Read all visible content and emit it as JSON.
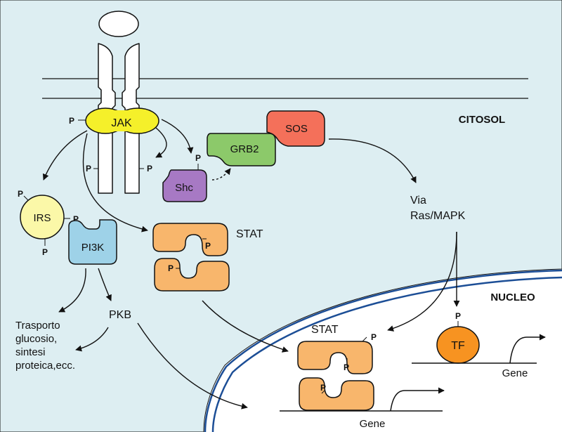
{
  "compartments": {
    "cytosol": "CITOSOL",
    "nucleus": "NUCLEO"
  },
  "proteins": {
    "jak": "JAK",
    "sos": "SOS",
    "grb2": "GRB2",
    "shc": "Shc",
    "irs": "IRS",
    "pi3k": "PI3K",
    "pkb": "PKB",
    "tf": "TF"
  },
  "labels": {
    "stat_cytosol": "STAT",
    "stat_nucleus": "STAT",
    "pathway_line1": "Via",
    "pathway_line2": "Ras/MAPK",
    "outcome_line1": "Trasporto",
    "outcome_line2": "glucosio,",
    "outcome_line3": "sintesi",
    "outcome_line4": "proteica,ecc.",
    "gene_nucleus": "Gene",
    "gene_tf": "Gene"
  },
  "phospho": "P",
  "colors": {
    "cytosol": "#ddeef2",
    "nucleus": "#ffffff",
    "nuclear_envelope": "#1c4e96",
    "jak": "#f5f02a",
    "sos": "#f4705a",
    "grb2": "#8cc96a",
    "shc": "#a779c4",
    "irs": "#fbf8a8",
    "pi3k": "#9ed2e8",
    "stat": "#f8b66c",
    "tf": "#f79321"
  }
}
